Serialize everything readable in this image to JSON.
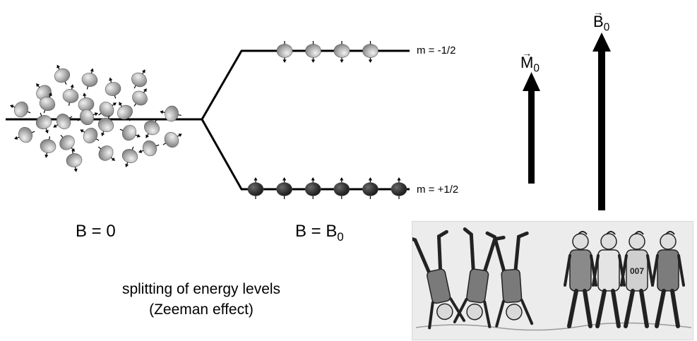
{
  "levels": {
    "upper": {
      "label": "m = -1/2",
      "spin_count": 4,
      "spin_direction": "down",
      "color": "#a8a8a8"
    },
    "lower": {
      "label": "m = +1/2",
      "spin_count": 6,
      "spin_direction": "up",
      "color": "#303030"
    }
  },
  "field_labels": {
    "zero": "B = 0",
    "applied_main": "B = B",
    "applied_sub": "0"
  },
  "vectors": {
    "magnetization": {
      "main": "M",
      "sub": "0"
    },
    "field": {
      "main": "B",
      "sub": "0"
    }
  },
  "caption": {
    "line1": "splitting of energy levels",
    "line2": "(Zeeman effect)"
  },
  "cartoon": {
    "sign": "007",
    "left_group": "disordered handstanding people",
    "right_group": "people walking aligned"
  }
}
